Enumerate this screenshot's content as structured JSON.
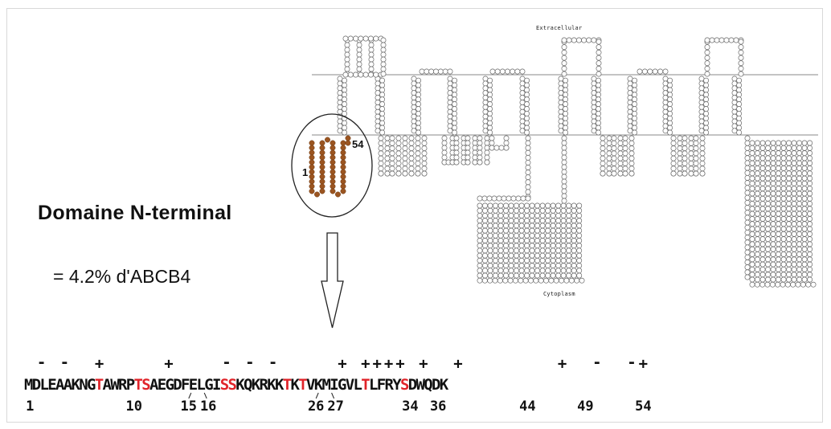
{
  "diagram": {
    "region_labels": {
      "extracellular": "Extracellular",
      "cytoplasm": "Cytoplasm"
    },
    "n_terminal_marker": {
      "start": "1",
      "end": "54"
    },
    "heading": "Domaine N-terminal",
    "fraction": "= 4.2% d'ABCB4",
    "colors": {
      "highlight_red": "#e0242a",
      "domain_brown": "#9b5521",
      "residue_outline": "#555555"
    }
  },
  "sequence": {
    "residues": "MDLEAAKNGTAWRPTSAEGDFELGISSKQKRKKTKTVKMIGVLTLFRYSDWQDK",
    "highlighted_positions": [
      10,
      15,
      16,
      26,
      27,
      34,
      36,
      44,
      49
    ],
    "charges": [
      {
        "pos": 2,
        "sign": "-"
      },
      {
        "pos": 4,
        "sign": "-"
      },
      {
        "pos": 7,
        "sign": "+"
      },
      {
        "pos": 13,
        "sign": "+"
      },
      {
        "pos": 18,
        "sign": "-"
      },
      {
        "pos": 20,
        "sign": "-"
      },
      {
        "pos": 22,
        "sign": "-"
      },
      {
        "pos": 28,
        "sign": "+"
      },
      {
        "pos": 30,
        "sign": "+"
      },
      {
        "pos": 31,
        "sign": "+"
      },
      {
        "pos": 32,
        "sign": "+"
      },
      {
        "pos": 33,
        "sign": "+"
      },
      {
        "pos": 35,
        "sign": "+"
      },
      {
        "pos": 38,
        "sign": "+"
      },
      {
        "pos": 47,
        "sign": "+"
      },
      {
        "pos": 50,
        "sign": "-"
      },
      {
        "pos": 53,
        "sign": "-"
      },
      {
        "pos": 54,
        "sign": "+"
      }
    ],
    "position_labels": [
      {
        "pos": 1,
        "text": "1"
      },
      {
        "pos": 10,
        "text": "10"
      },
      {
        "pos": 15,
        "text": "15"
      },
      {
        "pos": 16,
        "text": "16"
      },
      {
        "pos": 26,
        "text": "26"
      },
      {
        "pos": 27,
        "text": "27"
      },
      {
        "pos": 34,
        "text": "34"
      },
      {
        "pos": 36,
        "text": "36"
      },
      {
        "pos": 44,
        "text": "44"
      },
      {
        "pos": 49,
        "text": "49"
      },
      {
        "pos": 54,
        "text": "54"
      }
    ]
  }
}
